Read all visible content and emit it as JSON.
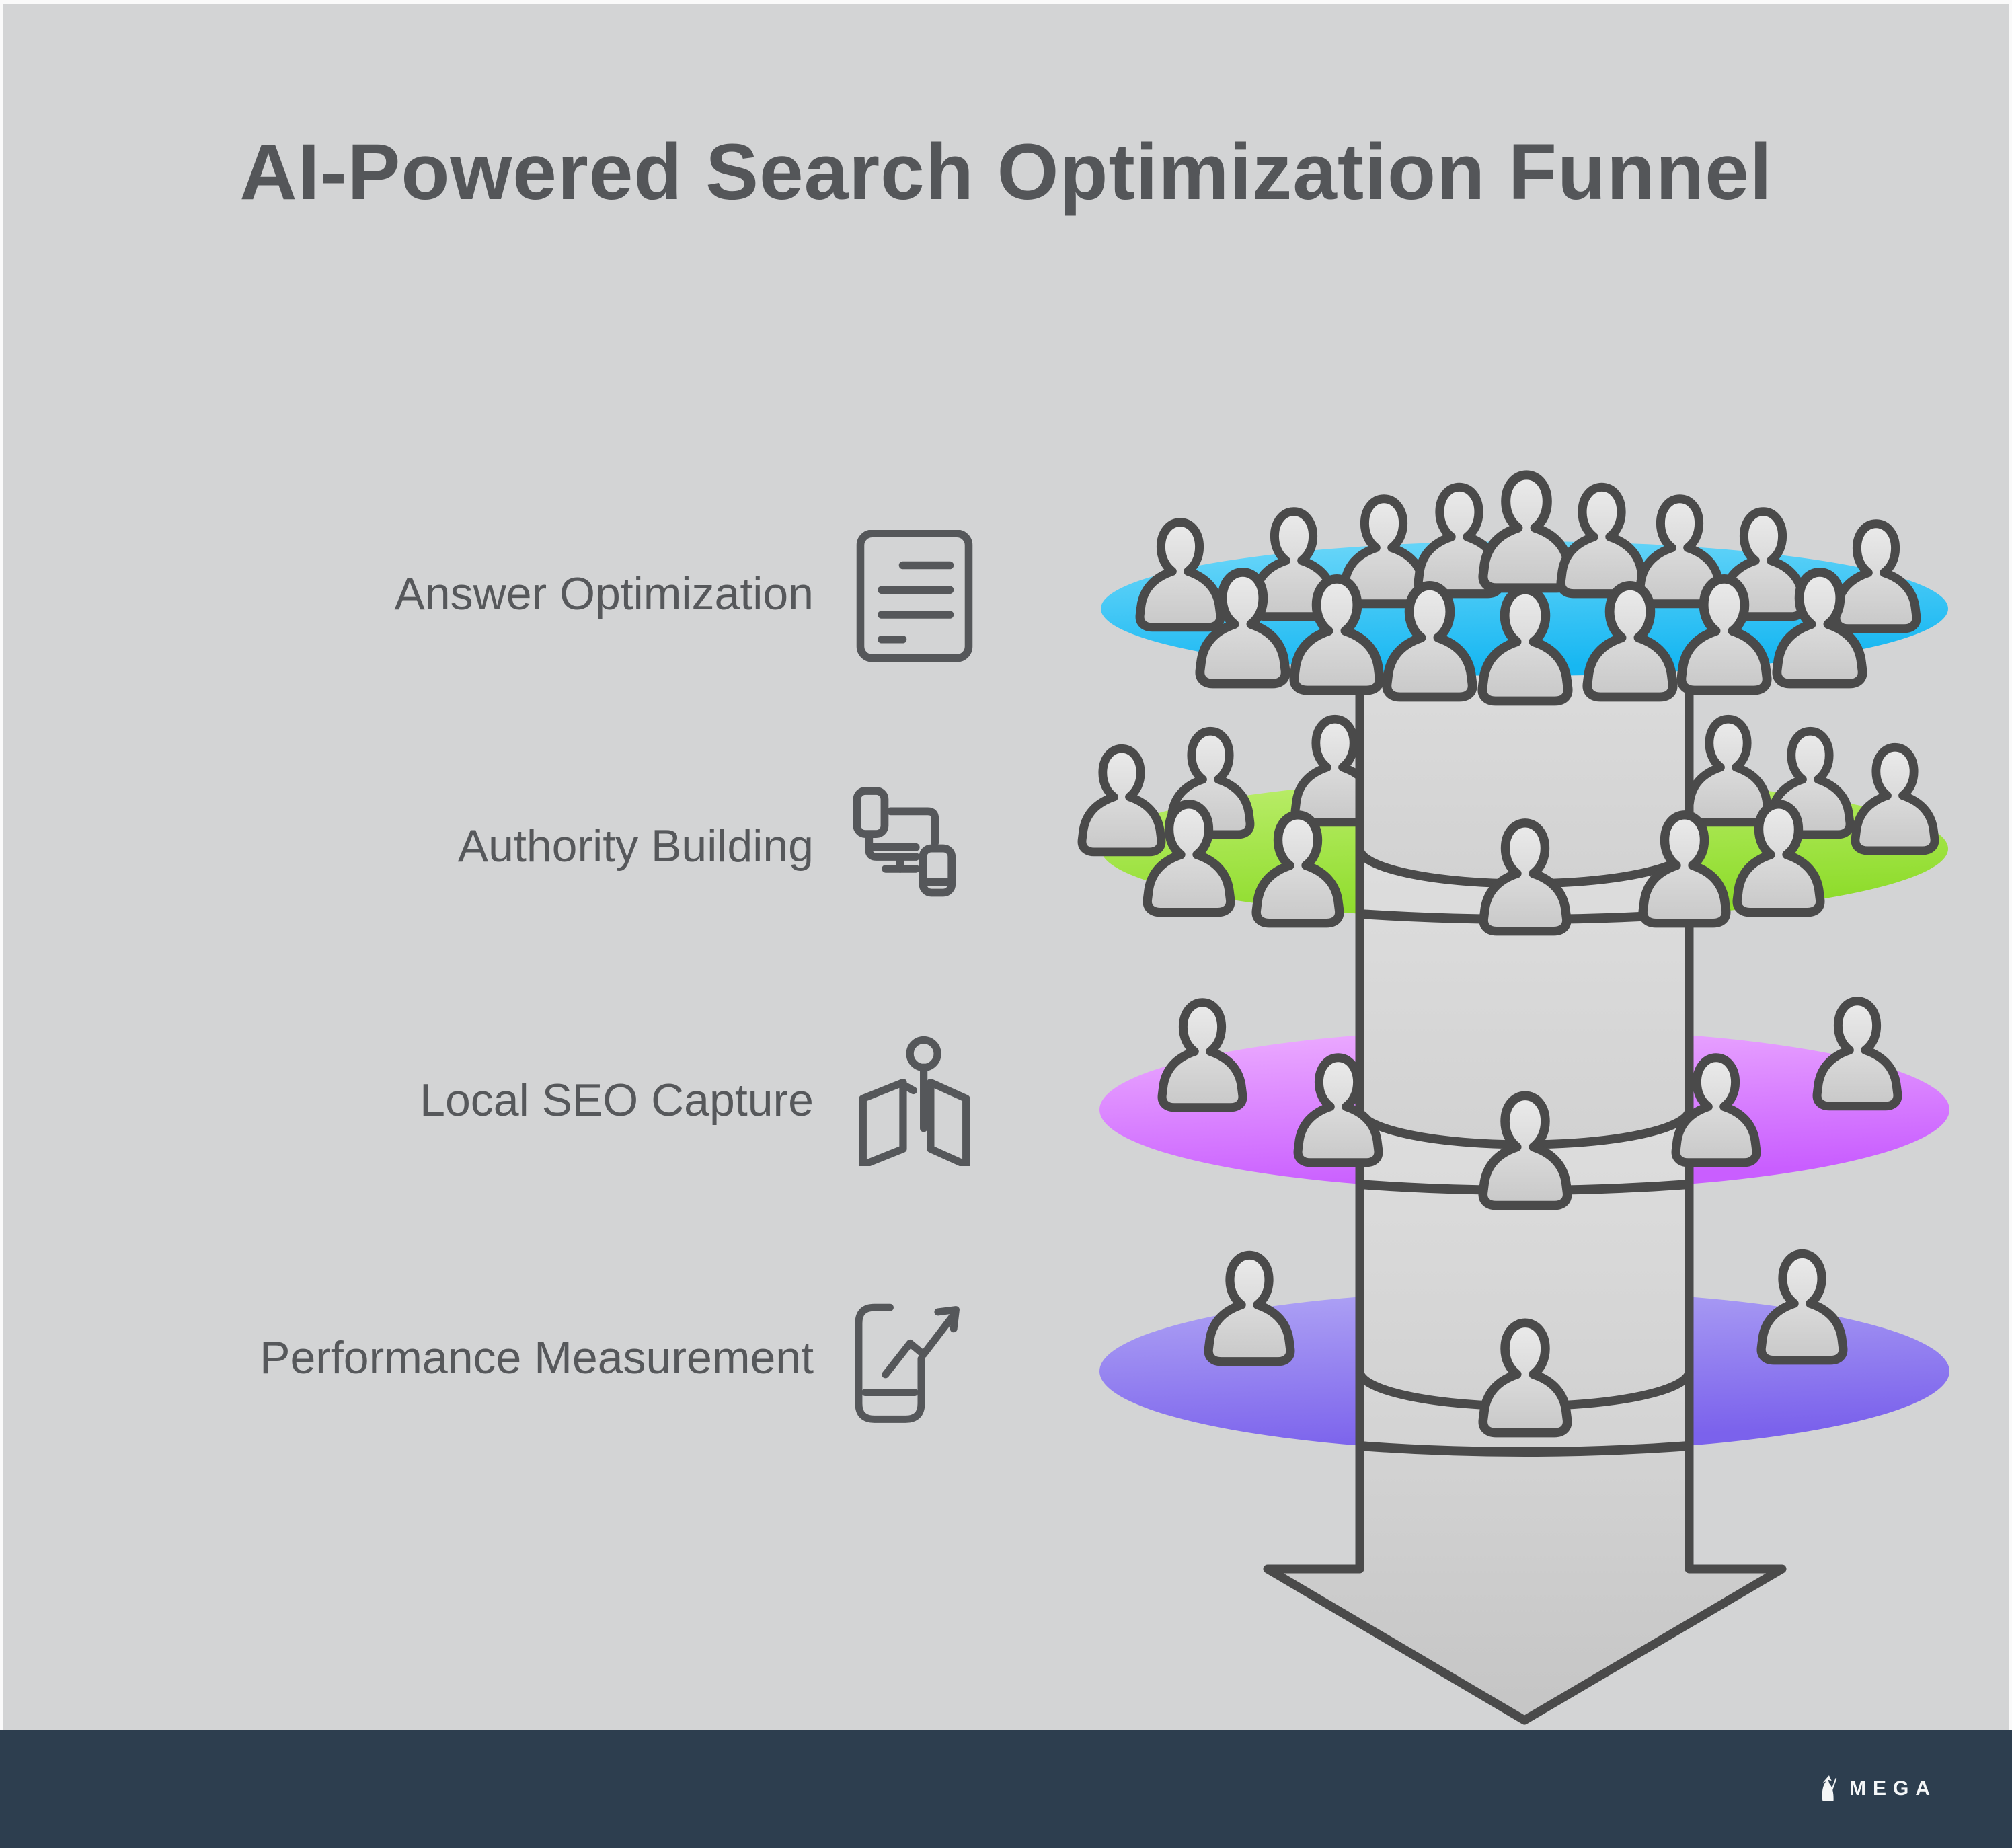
{
  "title": "AI-Powered Search Optimization Funnel",
  "levels": [
    {
      "label": "Answer Optimization",
      "icon": "document-icon",
      "people_count": 16,
      "color_top": "#6fd8f9",
      "color_bottom": "#17b7f2"
    },
    {
      "label": "Authority Building",
      "icon": "devices-icon",
      "people_count": 11,
      "color_top": "#bdee6e",
      "color_bottom": "#8edc2b"
    },
    {
      "label": "Local SEO Capture",
      "icon": "map-pin-icon",
      "people_count": 5,
      "color_top": "#eeb0ff",
      "color_bottom": "#c95eff"
    },
    {
      "label": "Performance Measurement",
      "icon": "phone-growth-icon",
      "people_count": 3,
      "color_top": "#b1a6f5",
      "color_bottom": "#7b62ec"
    }
  ],
  "footer": {
    "brand": "MEGA"
  },
  "colors": {
    "background": "#d3d4d5",
    "footer_bar": "#2d3e4f",
    "outline": "#4a4a4a",
    "title_text": "#545659",
    "label_text": "#56585b"
  }
}
